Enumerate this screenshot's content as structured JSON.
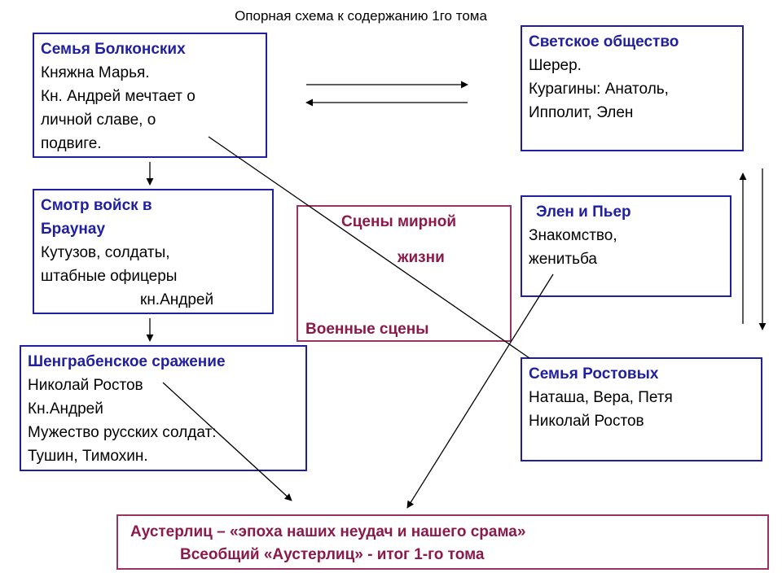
{
  "title": "Опорная схема к содержанию 1го тома",
  "boxes": {
    "bolkonsky": {
      "heading": "Семья Болконских",
      "lines": [
        "Княжна Марья.",
        "Кн. Андрей мечтает о",
        "личной славе, о",
        "подвиге."
      ]
    },
    "society": {
      "heading": "Светское общество",
      "lines": [
        "Шерер.",
        "Курагины: Анатоль,",
        "Ипполит, Элен"
      ]
    },
    "review": {
      "heading_lines": [
        "Смотр войск в",
        "Браунау"
      ],
      "lines": [
        "Кутузов, солдаты,",
        "штабные офицеры",
        "кн.Андрей"
      ]
    },
    "helen": {
      "heading": "Элен и Пьер",
      "lines": [
        "Знакомство,",
        "женитьба"
      ]
    },
    "schongrabern": {
      "heading": "Шенграбенское сражение",
      "lines": [
        "Николай Ростов",
        "Кн.Андрей",
        "Мужество русских солдат:",
        "Тушин, Тимохин."
      ]
    },
    "rostov": {
      "heading": "Семья Ростовых",
      "lines": [
        "Наташа, Вера, Петя",
        "Николай Ростов"
      ]
    }
  },
  "center": {
    "peace_line1": "Сцены мирной",
    "peace_line2": "жизни",
    "war": "Военные сцены"
  },
  "bottom": {
    "line1": "Аустерлиц – «эпоха наших неудач и  нашего срама»",
    "line2": "Всеобщий «Аустерлиц» -   итог 1-го тома"
  },
  "colors": {
    "box_border": "#1f1fa0",
    "heading": "#1f1fa0",
    "accent_border": "#993366",
    "accent_text": "#8b1a4a"
  }
}
